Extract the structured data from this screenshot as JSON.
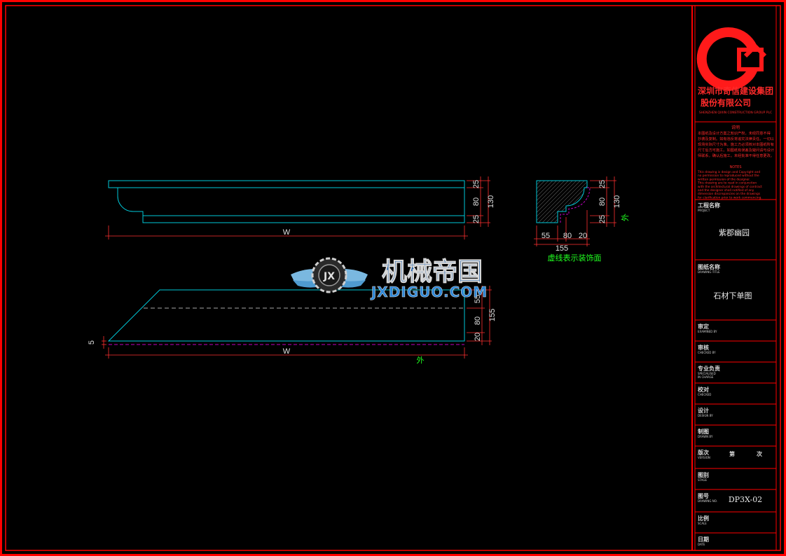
{
  "colors": {
    "frame": "#ff0000",
    "profile": "#00c8d8",
    "dimension": "#ff3030",
    "text": "#e0e0e0",
    "green_text": "#20ff20",
    "magenta_line": "#c000c0",
    "watermark_blue": "#1f5fa8",
    "watermark_text": "#2e88d8"
  },
  "company": {
    "name_line1": "深圳市奇信建设集团",
    "name_line2": "股份有限公司",
    "name_en": "SHENZHEN QIXIN CONSTRUCTION GROUP PLC"
  },
  "notes": {
    "cn_title": "说明",
    "cn_lines": [
      "本图纸及设计方案之知识产权，未经同意不得",
      "抄袭及复制。如有违反将追究法律责任。一切以",
      "现场实际尺寸为准。施工方必须核对本图纸所有",
      "尺寸后方可施工。如图纸有误差及疑问请与设计",
      "师联系，确认后施工。未经批准不得任意更改。"
    ],
    "en_title": "NOTES",
    "en_lines": [
      "This drawing is design and Copyright and",
      "no permission to reproduced without the",
      "written permission of the designer.",
      "This drawing are to read in conjunction",
      "with the architectural drawings of contract",
      "and the designer shall notified of any",
      "dimension discrepancies on the drawings",
      "for clarification prior to work commencing."
    ]
  },
  "title_block": {
    "project": {
      "label": "工程名称",
      "sub": "PROJECT",
      "value": "紫郡幽园"
    },
    "drawing_title": {
      "label": "图纸名称",
      "sub": "DRAWING TITLE",
      "value": "石材下单图"
    },
    "rows": [
      {
        "label": "审定",
        "sub": "EXAMINED BY"
      },
      {
        "label": "审核",
        "sub": "CHECKED BY"
      },
      {
        "label": "专业负责",
        "sub": "SPECIALISED",
        "sub2": "IN CHARGE"
      },
      {
        "label": "校对",
        "sub": "CHECKED"
      },
      {
        "label": "设计",
        "sub": "DESIGN BY"
      },
      {
        "label": "制图",
        "sub": "DRAWN BY"
      },
      {
        "label": "版次",
        "sub": "VERSION",
        "extra1": "第",
        "extra2": "次"
      },
      {
        "label": "图别",
        "sub": "STAGE"
      },
      {
        "label": "图号",
        "sub": "DRAWING NO.",
        "value": "DP3X-02"
      },
      {
        "label": "比例",
        "sub": "SCALE"
      },
      {
        "label": "日期",
        "sub": "DATE"
      }
    ]
  },
  "elevation": {
    "dims_right": [
      "25",
      "80",
      "25"
    ],
    "total": "130",
    "width_label": "W"
  },
  "section": {
    "dims_right": [
      "25",
      "80",
      "25"
    ],
    "total": "130",
    "dims_bottom": [
      "55",
      "80",
      "20"
    ],
    "total_bottom": "155",
    "side_label": "外",
    "caption": "虚线表示装饰面"
  },
  "plan": {
    "dims_right": [
      "55",
      "80",
      "20"
    ],
    "total": "155",
    "left_dim": "5",
    "width_label": "W",
    "side_label": "外"
  },
  "watermark": {
    "cn": "机械帝国",
    "en": "JXDIGUO.COM",
    "emblem": "JX"
  }
}
